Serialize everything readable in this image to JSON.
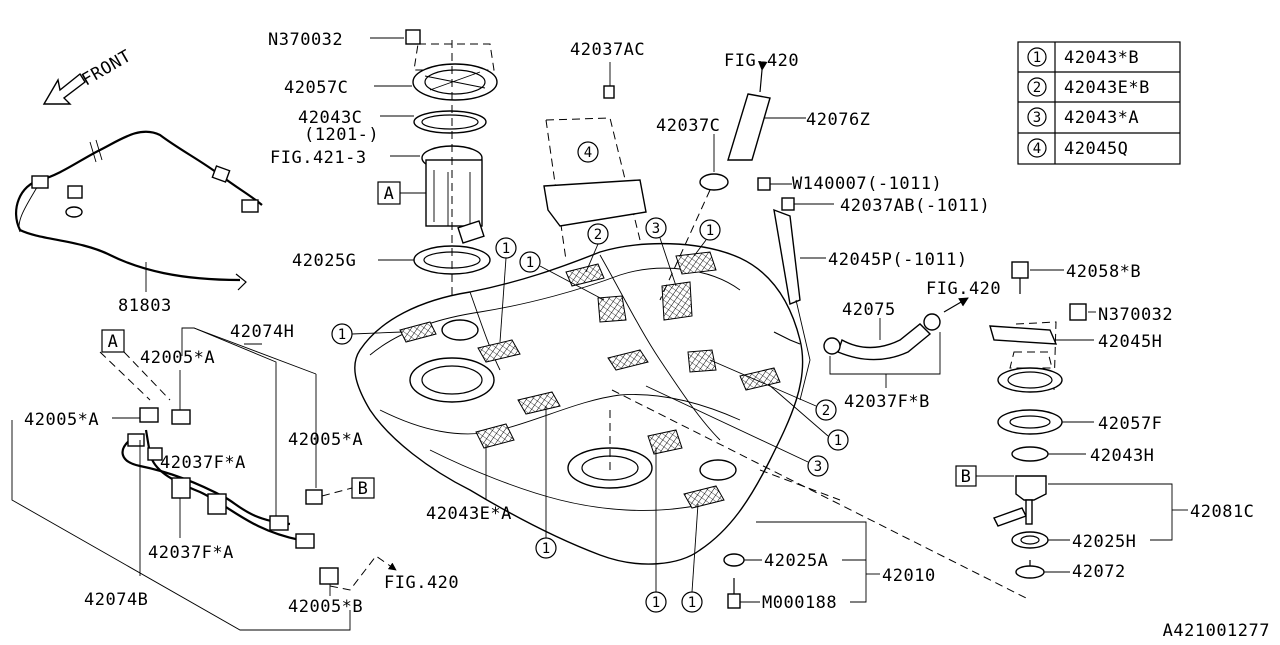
{
  "diagram": {
    "figure_id": "A421001277",
    "front_label": "FRONT",
    "labels": {
      "n370032_top": "N370032",
      "p42057C": "42057C",
      "p42043C": "42043C",
      "p42043C_note": "(1201-)",
      "fig421_3": "FIG.421-3",
      "p42025G": "42025G",
      "p81803": "81803",
      "p42037AC": "42037AC",
      "fig420_top": "FIG.420",
      "p42037C": "42037C",
      "p42076Z": "42076Z",
      "w140007": "W140007(-1011)",
      "p42037AB": "42037AB(-1011)",
      "p42045P": "42045P(-1011)",
      "p42058B": "42058*B",
      "fig420_right": "FIG.420",
      "p42075": "42075",
      "n370032_right": "N370032",
      "p42045H": "42045H",
      "p42037FB": "42037F*B",
      "p42057F": "42057F",
      "p42043H": "42043H",
      "p42081C": "42081C",
      "p42025H": "42025H",
      "p42072": "42072",
      "p42010": "42010",
      "p42025A": "42025A",
      "m000188": "M000188",
      "p42074H": "42074H",
      "p42005A_1": "42005*A",
      "p42005A_2": "42005*A",
      "p42005A_3": "42005*A",
      "p42037FA_1": "42037F*A",
      "p42037FA_2": "42037F*A",
      "p42074B": "42074B",
      "p42005B": "42005*B",
      "fig420_bottom": "FIG.420",
      "p42043EA": "42043E*A"
    },
    "ref_boxes": {
      "a": "A",
      "b": "B"
    },
    "callouts": {
      "one": "1",
      "two": "2",
      "three": "3",
      "four": "4"
    },
    "legend": [
      {
        "key": "1",
        "part": "42043*B"
      },
      {
        "key": "2",
        "part": "42043E*B"
      },
      {
        "key": "3",
        "part": "42043*A"
      },
      {
        "key": "4",
        "part": "42045Q"
      }
    ]
  }
}
